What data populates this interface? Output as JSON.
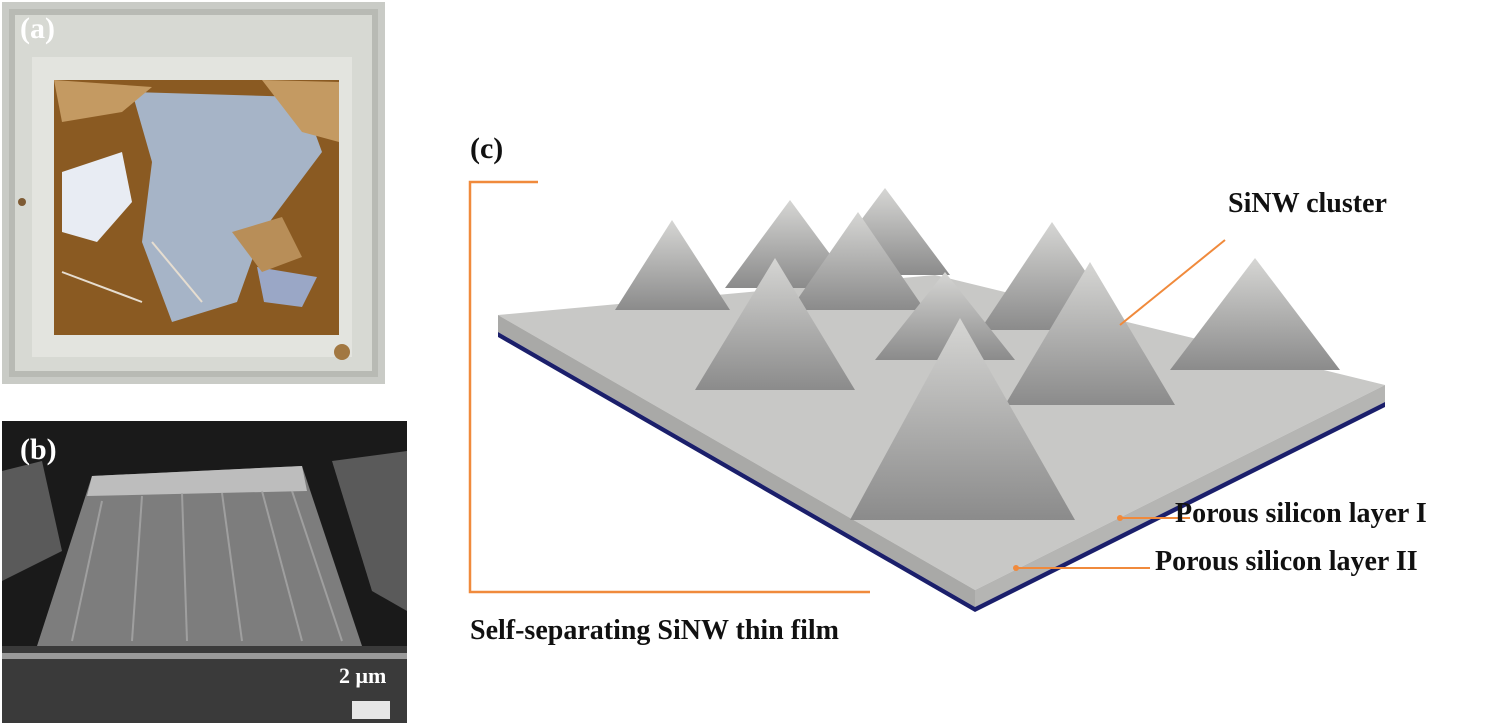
{
  "panels": {
    "a": {
      "label": "(a)"
    },
    "b": {
      "label": "(b)",
      "scale_bar": "2 μm"
    },
    "c": {
      "label": "(c)",
      "callouts": {
        "cluster": "SiNW cluster",
        "layer1": "Porous silicon layer I",
        "layer2": "Porous silicon layer II",
        "film": "Self-separating SiNW thin film"
      }
    }
  },
  "colors": {
    "leader": "#f08a3c",
    "substrate_top": "#c8c8c6",
    "substrate_edge": "#a9a9a7",
    "base_layer": "#1b1f6b",
    "liquid": "#8a5a22"
  }
}
